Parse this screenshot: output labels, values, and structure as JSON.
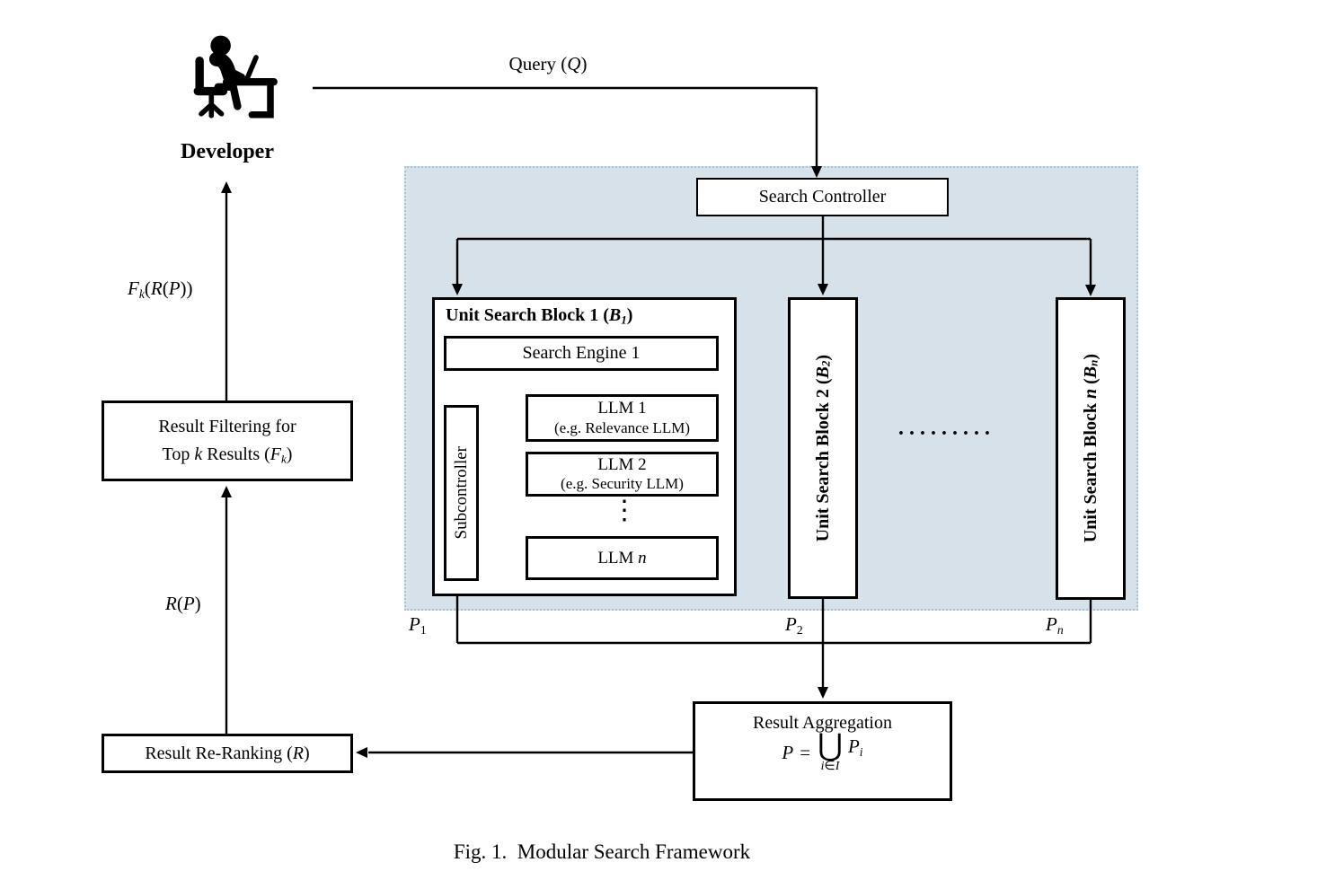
{
  "caption": "Fig. 1.  Modular Search Framework",
  "colors": {
    "region_fill": "#d7e1e9",
    "region_border": "#a3c2d6",
    "line": "#000000",
    "box_fill": "#ffffff"
  },
  "developer": {
    "label": "Developer",
    "icon": "developer-at-desk-icon"
  },
  "labels": {
    "query": [
      "Query (",
      "Q",
      ")"
    ],
    "fk": [
      "F",
      "k",
      "(",
      "R",
      "(",
      "P",
      "))"
    ],
    "rp": [
      "R",
      "(",
      "P",
      ")"
    ],
    "p1": {
      "base": "P",
      "sub": "1"
    },
    "p2": {
      "base": "P",
      "sub": "2"
    },
    "pn": {
      "base": "P",
      "sub": "n"
    },
    "block_dots": ".........",
    "llm_dots": "⋮"
  },
  "controller": {
    "title": "Search Controller"
  },
  "block1": {
    "title": [
      "Unit Search Block 1 (",
      "B",
      "1",
      ")"
    ],
    "search_engine": "Search Engine 1",
    "subcontroller": "Subcontroller",
    "llm1": {
      "line1": "LLM 1",
      "line2": "(e.g. Relevance LLM)"
    },
    "llm2": {
      "line1": "LLM 2",
      "line2": "(e.g. Security LLM)"
    },
    "llmn": [
      "LLM ",
      "n"
    ]
  },
  "block2": {
    "title": [
      "Unit Search Block 2 (",
      "B",
      "2",
      ")"
    ]
  },
  "blockn": {
    "title": [
      "Unit Search Block ",
      "n",
      " (",
      "B",
      "n",
      ")"
    ]
  },
  "aggregation": {
    "title": "Result Aggregation",
    "formula": {
      "lhs": "P",
      "eq": "=",
      "op": "⋃",
      "cond": [
        "i",
        "∈",
        "I"
      ],
      "rhs": {
        "base": "P",
        "sub": "i"
      }
    }
  },
  "reranking": {
    "title": [
      "Result Re-Ranking (",
      "R",
      ")"
    ]
  },
  "filtering": {
    "line1": "Result Filtering for",
    "line2": [
      "Top ",
      "k",
      " Results (",
      "F",
      "k",
      ")"
    ]
  }
}
